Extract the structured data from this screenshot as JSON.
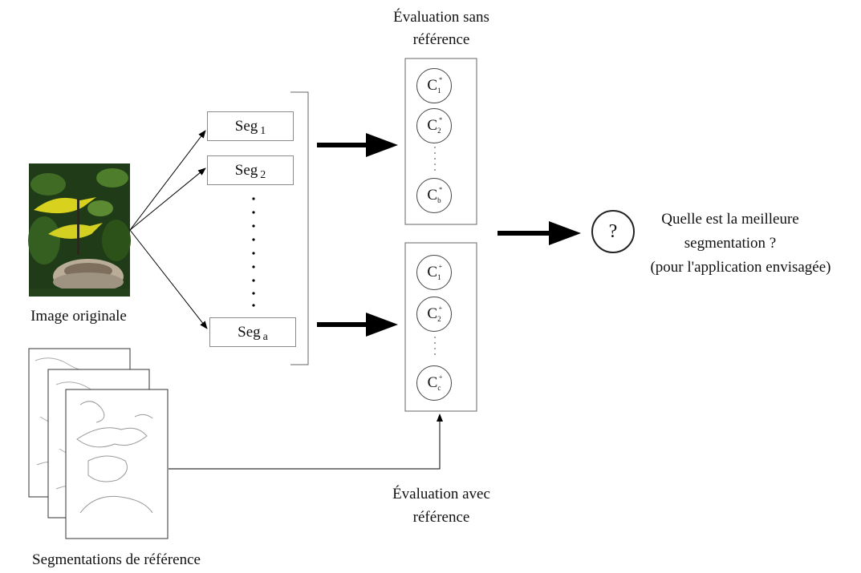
{
  "image_label": "Image originale",
  "reference_label": "Segmentations de référence",
  "segments": [
    {
      "base": "Seg",
      "sub": "1"
    },
    {
      "base": "Seg",
      "sub": "2"
    },
    {
      "base": "Seg",
      "sub": "a"
    }
  ],
  "eval_no_ref": {
    "title_line1": "Évaluation sans",
    "title_line2": "référence",
    "criteria": [
      {
        "base": "C",
        "sup": "*",
        "sub": "1"
      },
      {
        "base": "C",
        "sup": "*",
        "sub": "2"
      },
      {
        "base": "C",
        "sup": "*",
        "sub": "b"
      }
    ]
  },
  "eval_ref": {
    "title_line1": "Évaluation avec",
    "title_line2": "référence",
    "criteria": [
      {
        "base": "C",
        "sup": "+",
        "sub": "1"
      },
      {
        "base": "C",
        "sup": "+",
        "sub": "2"
      },
      {
        "base": "C",
        "sup": "+",
        "sub": "c"
      }
    ]
  },
  "result": {
    "symbol": "?",
    "line1": "Quelle est la meilleure",
    "line2": "segmentation ?",
    "line3": "(pour l'application envisagée)"
  },
  "colors": {
    "foliage_dark": "#1f3b17",
    "foliage_mid": "#3f6b25",
    "bird_yellow": "#d8d21e",
    "nest": "#b9ad98",
    "arrow": "#000000",
    "box_border": "#8a8a8a"
  }
}
